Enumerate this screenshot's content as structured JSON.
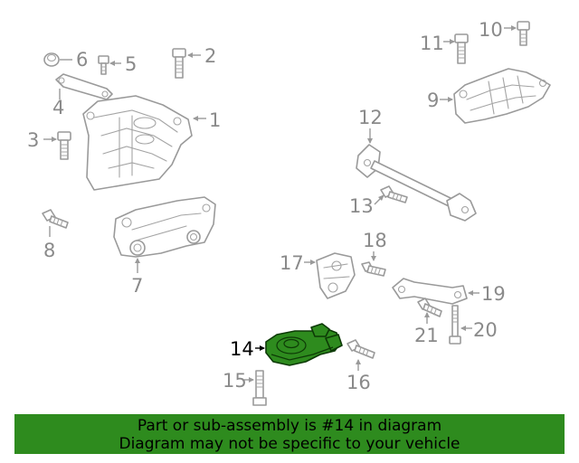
{
  "diagram": {
    "highlight_color": "#2e8b1e",
    "callouts": {
      "c1": "1",
      "c2": "2",
      "c3": "3",
      "c4": "4",
      "c5": "5",
      "c6": "6",
      "c7": "7",
      "c8": "8",
      "c9": "9",
      "c10": "10",
      "c11": "11",
      "c12": "12",
      "c13": "13",
      "c14": "14",
      "c15": "15",
      "c16": "16",
      "c17": "17",
      "c18": "18",
      "c19": "19",
      "c20": "20",
      "c21": "21"
    },
    "highlighted_part": "14"
  },
  "banner": {
    "line1": "Part or sub-assembly is #14 in diagram",
    "line2": "Diagram may not be specific to your vehicle"
  }
}
